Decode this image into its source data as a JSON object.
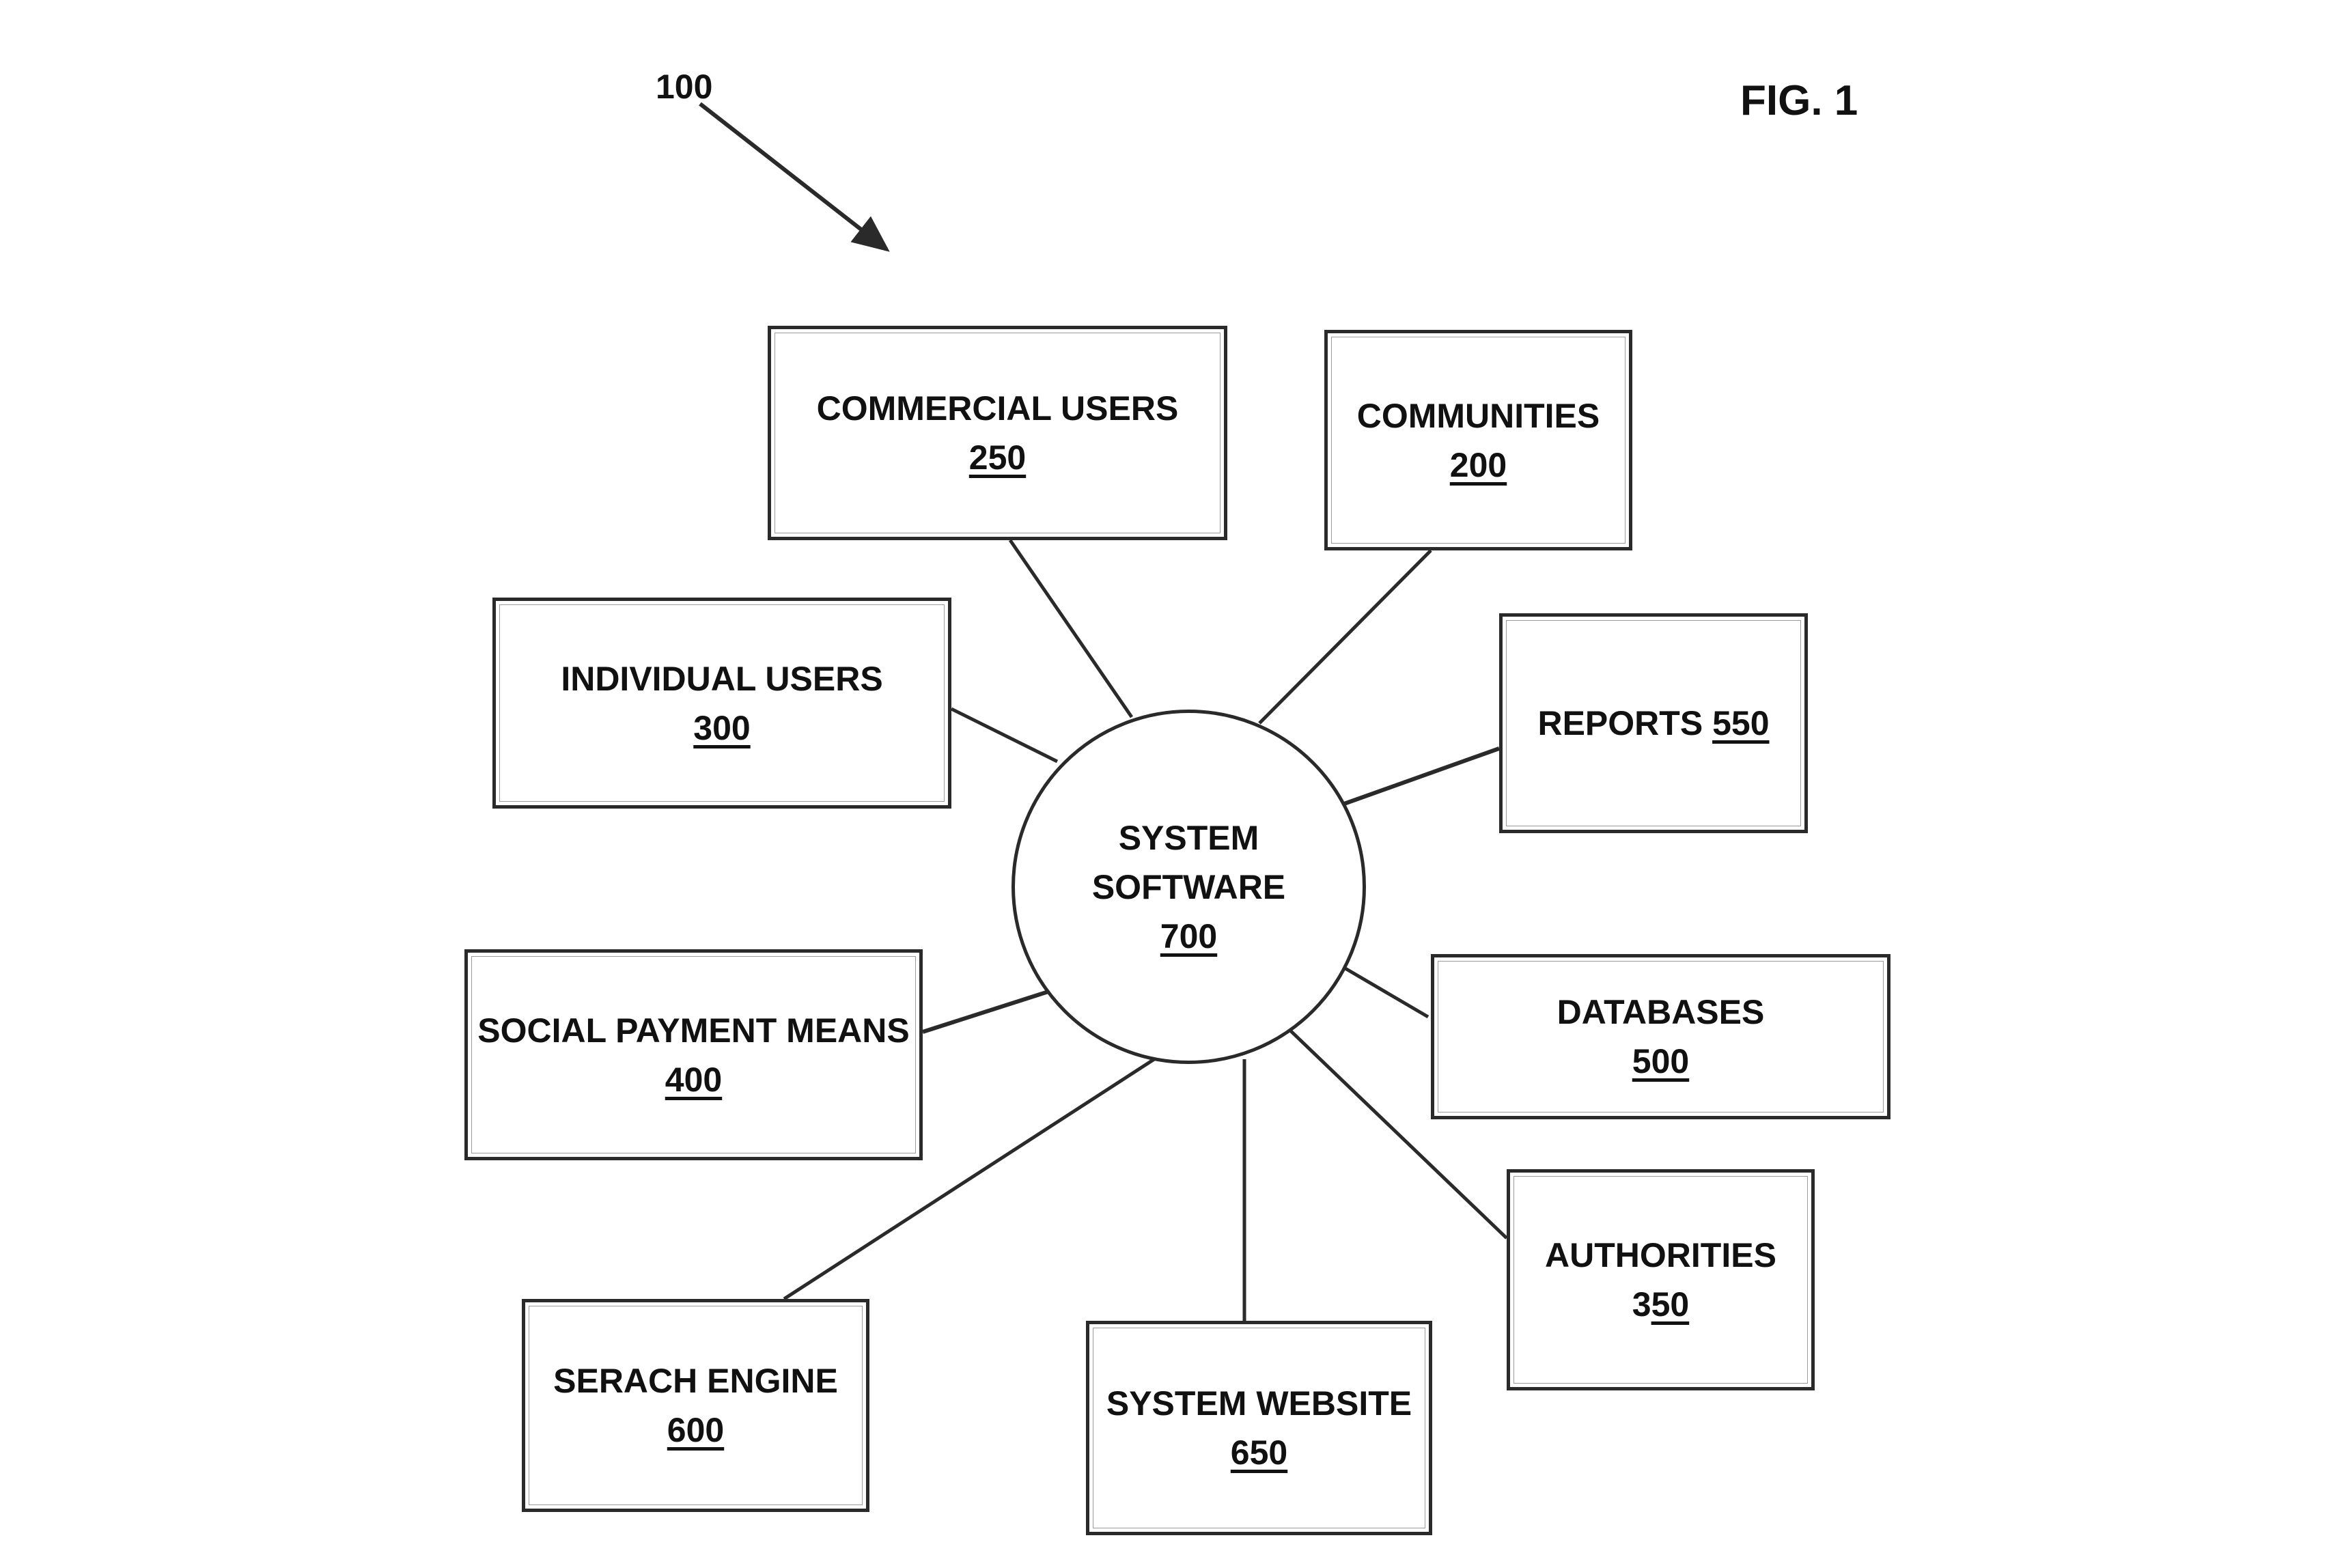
{
  "figure_label": "FIG. 1",
  "reference_number": "100",
  "center": {
    "label_line1": "SYSTEM",
    "label_line2": "SOFTWARE",
    "number": "700"
  },
  "nodes": {
    "commercial_users": {
      "label": "COMMERCIAL USERS",
      "number": "250"
    },
    "communities": {
      "label": "COMMUNITIES",
      "number": "200"
    },
    "individual_users": {
      "label": "INDIVIDUAL USERS",
      "number": "300"
    },
    "reports": {
      "label": "REPORTS",
      "number": "550"
    },
    "social_payment_means": {
      "label": "SOCIAL PAYMENT MEANS",
      "number": "400"
    },
    "databases": {
      "label": "DATABASES",
      "number": "500"
    },
    "authorities": {
      "label": "AUTHORITIES",
      "number_plain": "3",
      "number_underlined": "50"
    },
    "search_engine": {
      "label": "SERACH ENGINE",
      "number": "600"
    },
    "system_website": {
      "label": "SYSTEM WEBSITE",
      "number": "650"
    }
  },
  "colors": {
    "line": "#2a2a2a",
    "text": "#111111",
    "background": "#ffffff"
  }
}
